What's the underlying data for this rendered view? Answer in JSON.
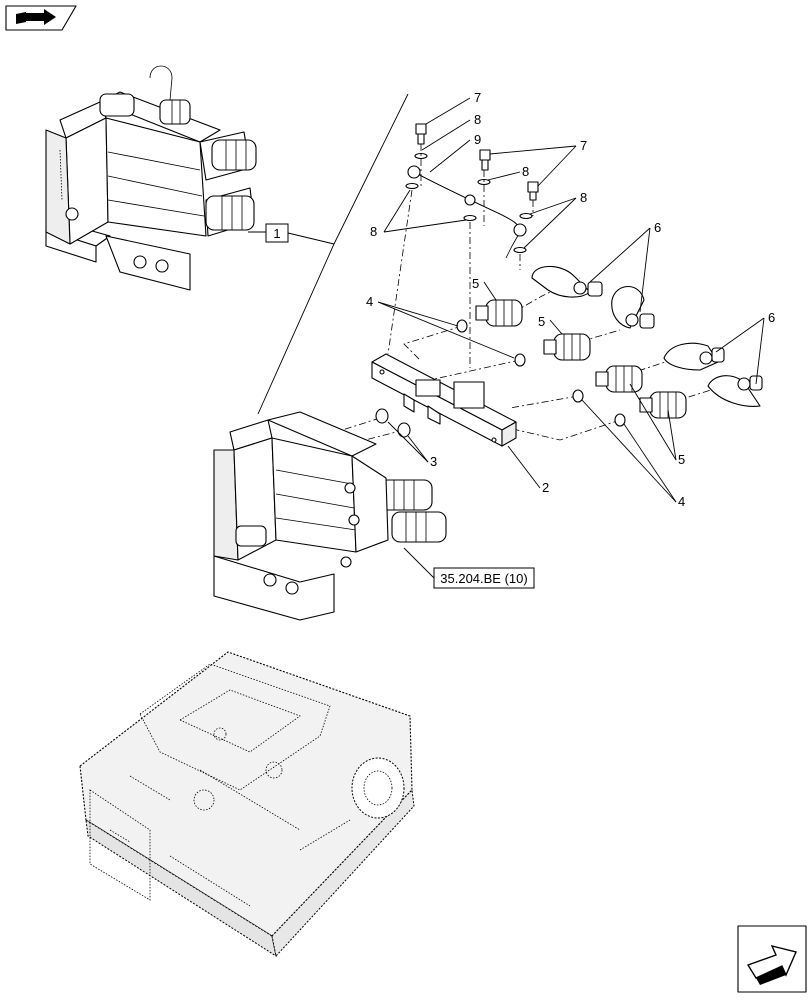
{
  "callouts": {
    "c7a": "7",
    "c8a": "8",
    "c9": "9",
    "c7b": "7",
    "c8b": "8",
    "c8c": "8",
    "c8d": "8",
    "c6a": "6",
    "c6b": "6",
    "c5a": "5",
    "c5b": "5",
    "c5c": "5",
    "c4a": "4",
    "c4b": "4",
    "c3": "3",
    "c2": "2"
  },
  "refs": {
    "box1": "1",
    "assembly": "35.204.BE (10)"
  },
  "icons": {
    "top_left": "book-arrow-icon",
    "bottom_right": "next-page-arrow-icon"
  }
}
